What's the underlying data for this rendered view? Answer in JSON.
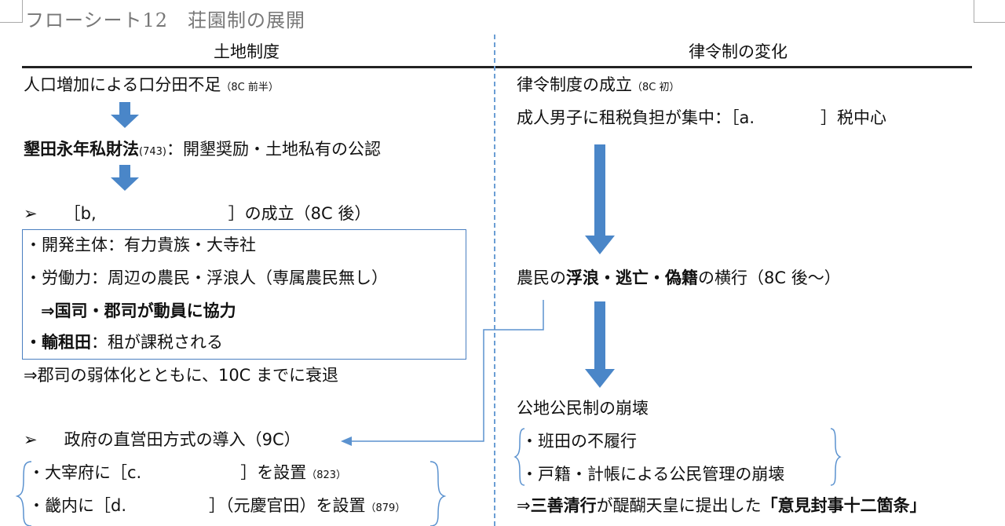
{
  "header": {
    "title": "フローシート12　荘園制の展開"
  },
  "left": {
    "heading": "土地制度",
    "r1": {
      "text": "人口増加による口分田不足",
      "note": "（8C 前半）"
    },
    "r2": {
      "bold": "墾田永年私財法",
      "note": "(743)",
      "text": "：開墾奨励・土地私有の公認"
    },
    "r3": {
      "bullet": "➢",
      "text": "［b,　　　　　　　　］の成立（8C 後）"
    },
    "box": {
      "line1": "・開発主体：有力貴族・大寺社",
      "line2": "・労働力：周辺の農民・浮浪人（専属農民無し）",
      "line3": "⇒国司・郡司が動員に協力",
      "line4_bold": "・輸租田",
      "line4_text": "：租が課税される"
    },
    "r4": "⇒郡司の弱体化とともに、10C までに衰退",
    "r5": {
      "bullet": "➢",
      "text": "政府の直営田方式の導入（9C）"
    },
    "r6": {
      "text": "・大宰府に［c.　　　　　　］を設置",
      "note": "（823）"
    },
    "r7": {
      "text": "・畿内に［d.　　　　　］（元慶官田）を設置",
      "note": "（879）"
    }
  },
  "right": {
    "heading": "律令制の変化",
    "r1": {
      "text": "律令制度の成立",
      "note": "（8C 初）"
    },
    "r2": "成人男子に租税負担が集中：［a.　　　　］税中心",
    "r3": {
      "pre": "農民の",
      "bold": "浮浪・逃亡・偽籍",
      "post": "の横行（8C 後～）"
    },
    "r4": "公地公民制の崩壊",
    "r5": "・班田の不履行",
    "r6": "・戸籍・計帳による公民管理の崩壊",
    "r7": {
      "pre": "⇒",
      "bold1": "三善清行",
      "mid": "が醍醐天皇に提出した",
      "bold2": "「意見封事十二箇条」"
    }
  },
  "colors": {
    "arrow": "#4a86c8",
    "line": "#5b92cf"
  }
}
